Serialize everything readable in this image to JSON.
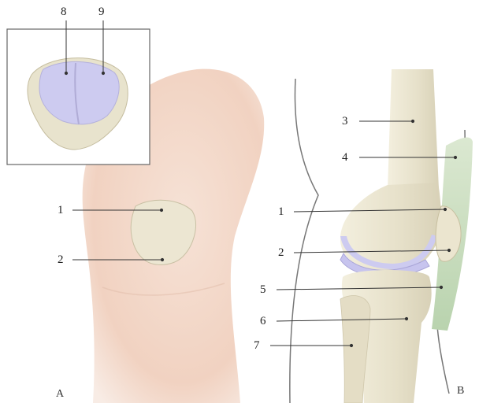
{
  "panels": {
    "a": "A",
    "b": "B"
  },
  "labels": {
    "l1": "1",
    "l2": "2",
    "l3": "3",
    "l4": "4",
    "l5": "5",
    "l6": "6",
    "l7": "7",
    "l8": "8",
    "l9": "9"
  },
  "colors": {
    "skin": "#f2d7c8",
    "bone": "#e9e4cf",
    "cartilage": "#c9c7ef",
    "ligament": "#c7dcbd",
    "leader": "#333333"
  }
}
